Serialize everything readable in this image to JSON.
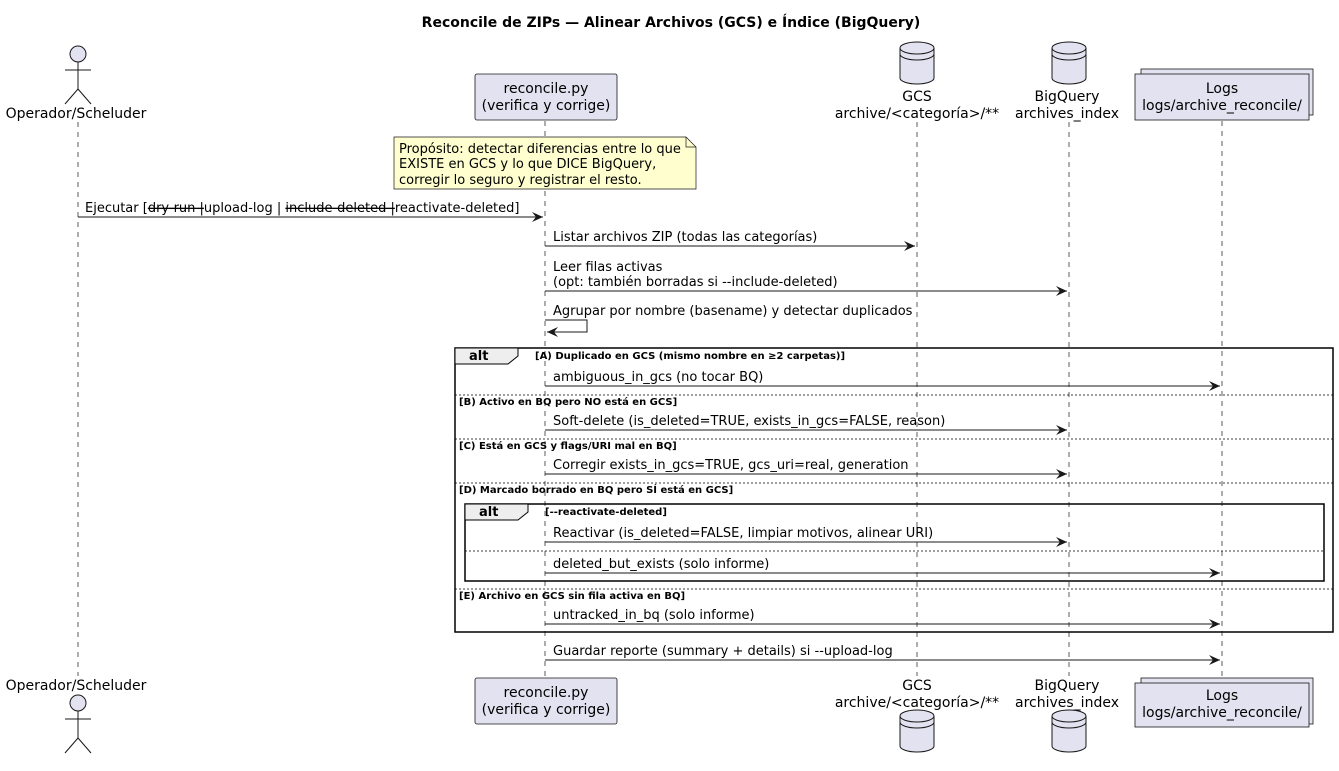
{
  "title": "Reconcile de ZIPs — Alinear Archivos (GCS) e Índice (BigQuery)",
  "participants": {
    "operador": {
      "label": "Operador/Scheluder"
    },
    "reconcile": {
      "line1": "reconcile.py",
      "line2": "(verifica y corrige)"
    },
    "gcs": {
      "line1": "GCS",
      "line2": "archive/<categoría>/**"
    },
    "bq": {
      "line1": "BigQuery",
      "line2": "archives_index"
    },
    "logs": {
      "line1": "Logs",
      "line2": "logs/archive_reconcile/"
    }
  },
  "note": {
    "line1": "Propósito: detectar diferencias entre lo que",
    "line2": "EXISTE en GCS y lo que DICE BigQuery,",
    "line3": "corregir lo seguro y registrar el resto."
  },
  "messages": {
    "m1": {
      "prefix": "Ejecutar [",
      "strike1": "dry-run |",
      "mid": "upload-log | ",
      "strike2": "include-deleted |",
      "suffix": "reactivate-deleted]"
    },
    "m2": "Listar archivos ZIP (todas las categorías)",
    "m3_line1": "Leer filas activas",
    "m3_line2": "(opt: también borradas si --include-deleted)",
    "m4": "Agrupar por nombre (basename) y detectar duplicados",
    "a": "ambiguous_in_gcs (no tocar BQ)",
    "b": "Soft-delete (is_deleted=TRUE, exists_in_gcs=FALSE, reason)",
    "c": "Corregir exists_in_gcs=TRUE, gcs_uri=real, generation",
    "d1": "Reactivar (is_deleted=FALSE, limpiar motivos, alinear URI)",
    "d2": "deleted_but_exists (solo informe)",
    "e": "untracked_in_bq (solo informe)",
    "final": "Guardar reporte (summary + details) si --upload-log"
  },
  "alt_outer": {
    "keyword": "alt",
    "guard_a": "[A) Duplicado en GCS (mismo nombre en ≥2 carpetas)]",
    "guard_b": "[B) Activo en BQ pero NO está en GCS]",
    "guard_c": "[C) Está en GCS y flags/URI mal en BQ]",
    "guard_d": "[D) Marcado borrado en BQ pero SÍ está en GCS]",
    "guard_e": "[E) Archivo en GCS sin fila activa en BQ]"
  },
  "alt_inner": {
    "keyword": "alt",
    "guard": "[--reactivate-deleted]"
  },
  "colors": {
    "participant_fill": "#e2e2f0",
    "participant_stroke": "#181818",
    "note_fill": "#fefece",
    "alt_header_fill": "#eeeeee",
    "line": "#181818"
  }
}
